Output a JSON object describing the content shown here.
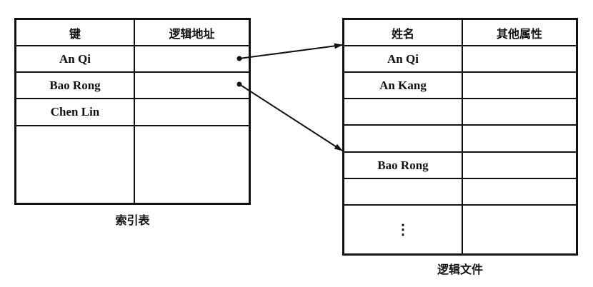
{
  "index_table": {
    "caption": "索引表",
    "headers": [
      "键",
      "逻辑地址"
    ],
    "rows": [
      {
        "key": "An Qi",
        "address": ""
      },
      {
        "key": "Bao Rong",
        "address": ""
      },
      {
        "key": "Chen Lin",
        "address": ""
      },
      {
        "key": "",
        "address": ""
      }
    ]
  },
  "logical_file": {
    "caption": "逻辑文件",
    "headers": [
      "姓名",
      "其他属性"
    ],
    "rows": [
      {
        "name": "An Qi",
        "other": ""
      },
      {
        "name": "An Kang",
        "other": ""
      },
      {
        "name": "",
        "other": ""
      },
      {
        "name": "",
        "other": ""
      },
      {
        "name": "Bao Rong",
        "other": ""
      },
      {
        "name": "",
        "other": ""
      },
      {
        "name": "⋮",
        "other": ""
      }
    ]
  },
  "pointers": [
    {
      "from": "An Qi",
      "to": "An Qi"
    },
    {
      "from": "Bao Rong",
      "to": "Bao Rong"
    }
  ]
}
